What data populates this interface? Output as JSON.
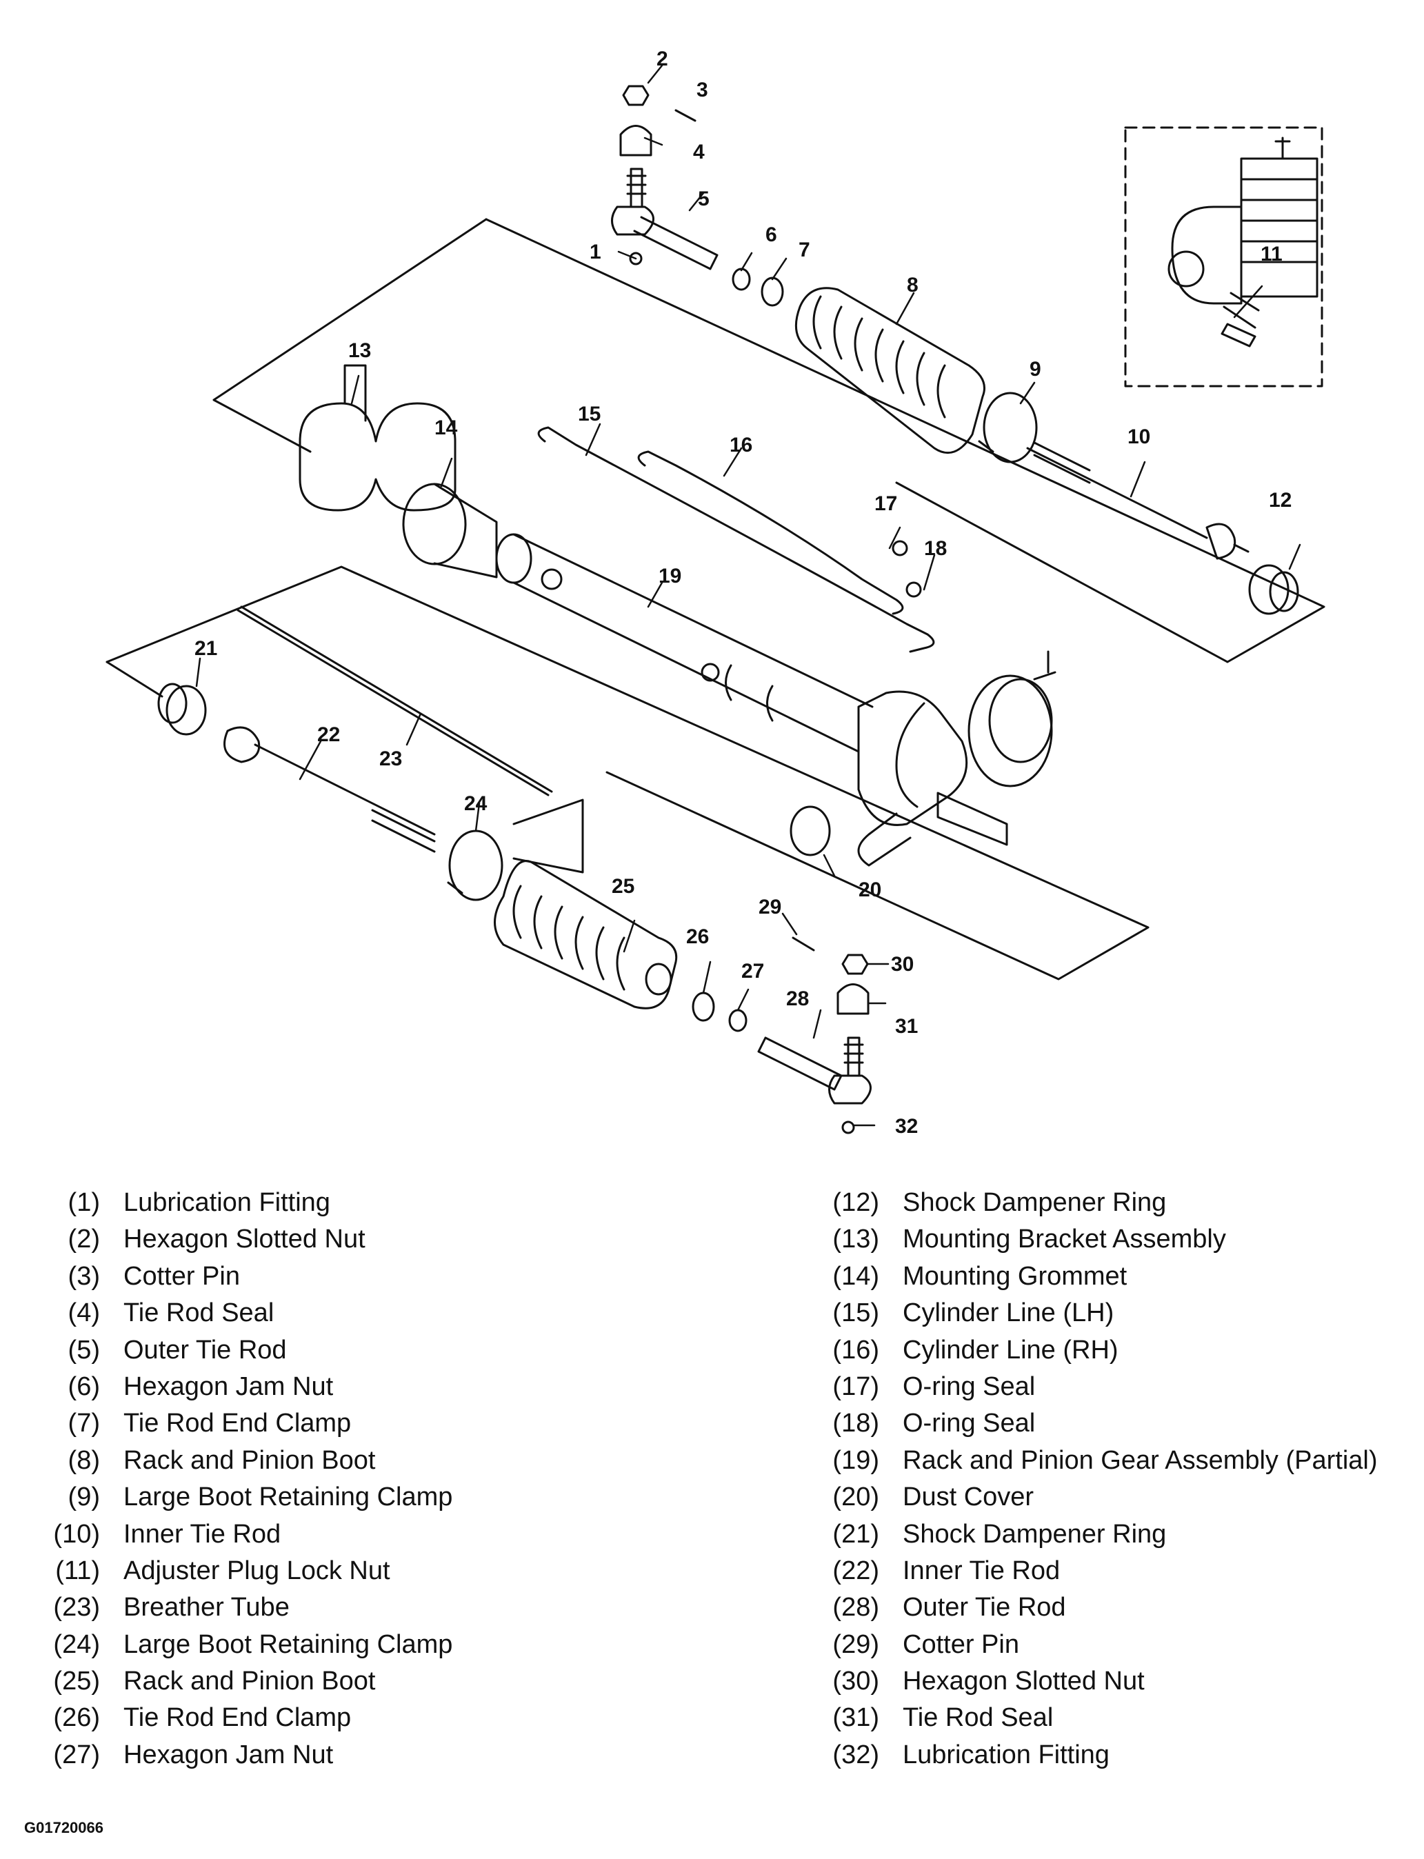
{
  "callouts": [
    "1",
    "2",
    "3",
    "4",
    "5",
    "6",
    "7",
    "8",
    "9",
    "10",
    "11",
    "12",
    "13",
    "14",
    "15",
    "16",
    "17",
    "18",
    "19",
    "20",
    "21",
    "22",
    "23",
    "24",
    "25",
    "26",
    "27",
    "28",
    "29",
    "30",
    "31",
    "32"
  ],
  "legend_left": [
    {
      "num": "(1)",
      "name": "Lubrication Fitting"
    },
    {
      "num": "(2)",
      "name": "Hexagon Slotted Nut"
    },
    {
      "num": "(3)",
      "name": "Cotter Pin"
    },
    {
      "num": "(4)",
      "name": "Tie Rod Seal"
    },
    {
      "num": "(5)",
      "name": "Outer Tie Rod"
    },
    {
      "num": "(6)",
      "name": "Hexagon Jam Nut"
    },
    {
      "num": "(7)",
      "name": "Tie Rod End Clamp"
    },
    {
      "num": "(8)",
      "name": "Rack and Pinion Boot"
    },
    {
      "num": "(9)",
      "name": "Large Boot Retaining Clamp"
    },
    {
      "num": "(10)",
      "name": "Inner Tie Rod"
    },
    {
      "num": "(11)",
      "name": "Adjuster Plug Lock Nut"
    },
    {
      "num": "(23)",
      "name": "Breather Tube"
    },
    {
      "num": "(24)",
      "name": "Large Boot Retaining Clamp"
    },
    {
      "num": "(25)",
      "name": "Rack and Pinion Boot"
    },
    {
      "num": "(26)",
      "name": "Tie Rod End Clamp"
    },
    {
      "num": "(27)",
      "name": "Hexagon Jam Nut"
    }
  ],
  "legend_right": [
    {
      "num": "(12)",
      "name": "Shock Dampener Ring"
    },
    {
      "num": "(13)",
      "name": "Mounting Bracket Assembly"
    },
    {
      "num": "(14)",
      "name": "Mounting Grommet"
    },
    {
      "num": "(15)",
      "name": "Cylinder Line (LH)"
    },
    {
      "num": "(16)",
      "name": "Cylinder Line (RH)"
    },
    {
      "num": "(17)",
      "name": "O-ring Seal"
    },
    {
      "num": "(18)",
      "name": "O-ring Seal"
    },
    {
      "num": "(19)",
      "name": "Rack and Pinion Gear Assembly (Partial)"
    },
    {
      "num": "(20)",
      "name": "Dust Cover"
    },
    {
      "num": "(21)",
      "name": "Shock Dampener Ring"
    },
    {
      "num": "(22)",
      "name": "Inner Tie Rod"
    },
    {
      "num": "(28)",
      "name": "Outer Tie Rod"
    },
    {
      "num": "(29)",
      "name": "Cotter Pin"
    },
    {
      "num": "(30)",
      "name": "Hexagon Slotted Nut"
    },
    {
      "num": "(31)",
      "name": "Tie Rod Seal"
    },
    {
      "num": "(32)",
      "name": "Lubrication Fitting"
    }
  ],
  "figure_id": "G01720066"
}
